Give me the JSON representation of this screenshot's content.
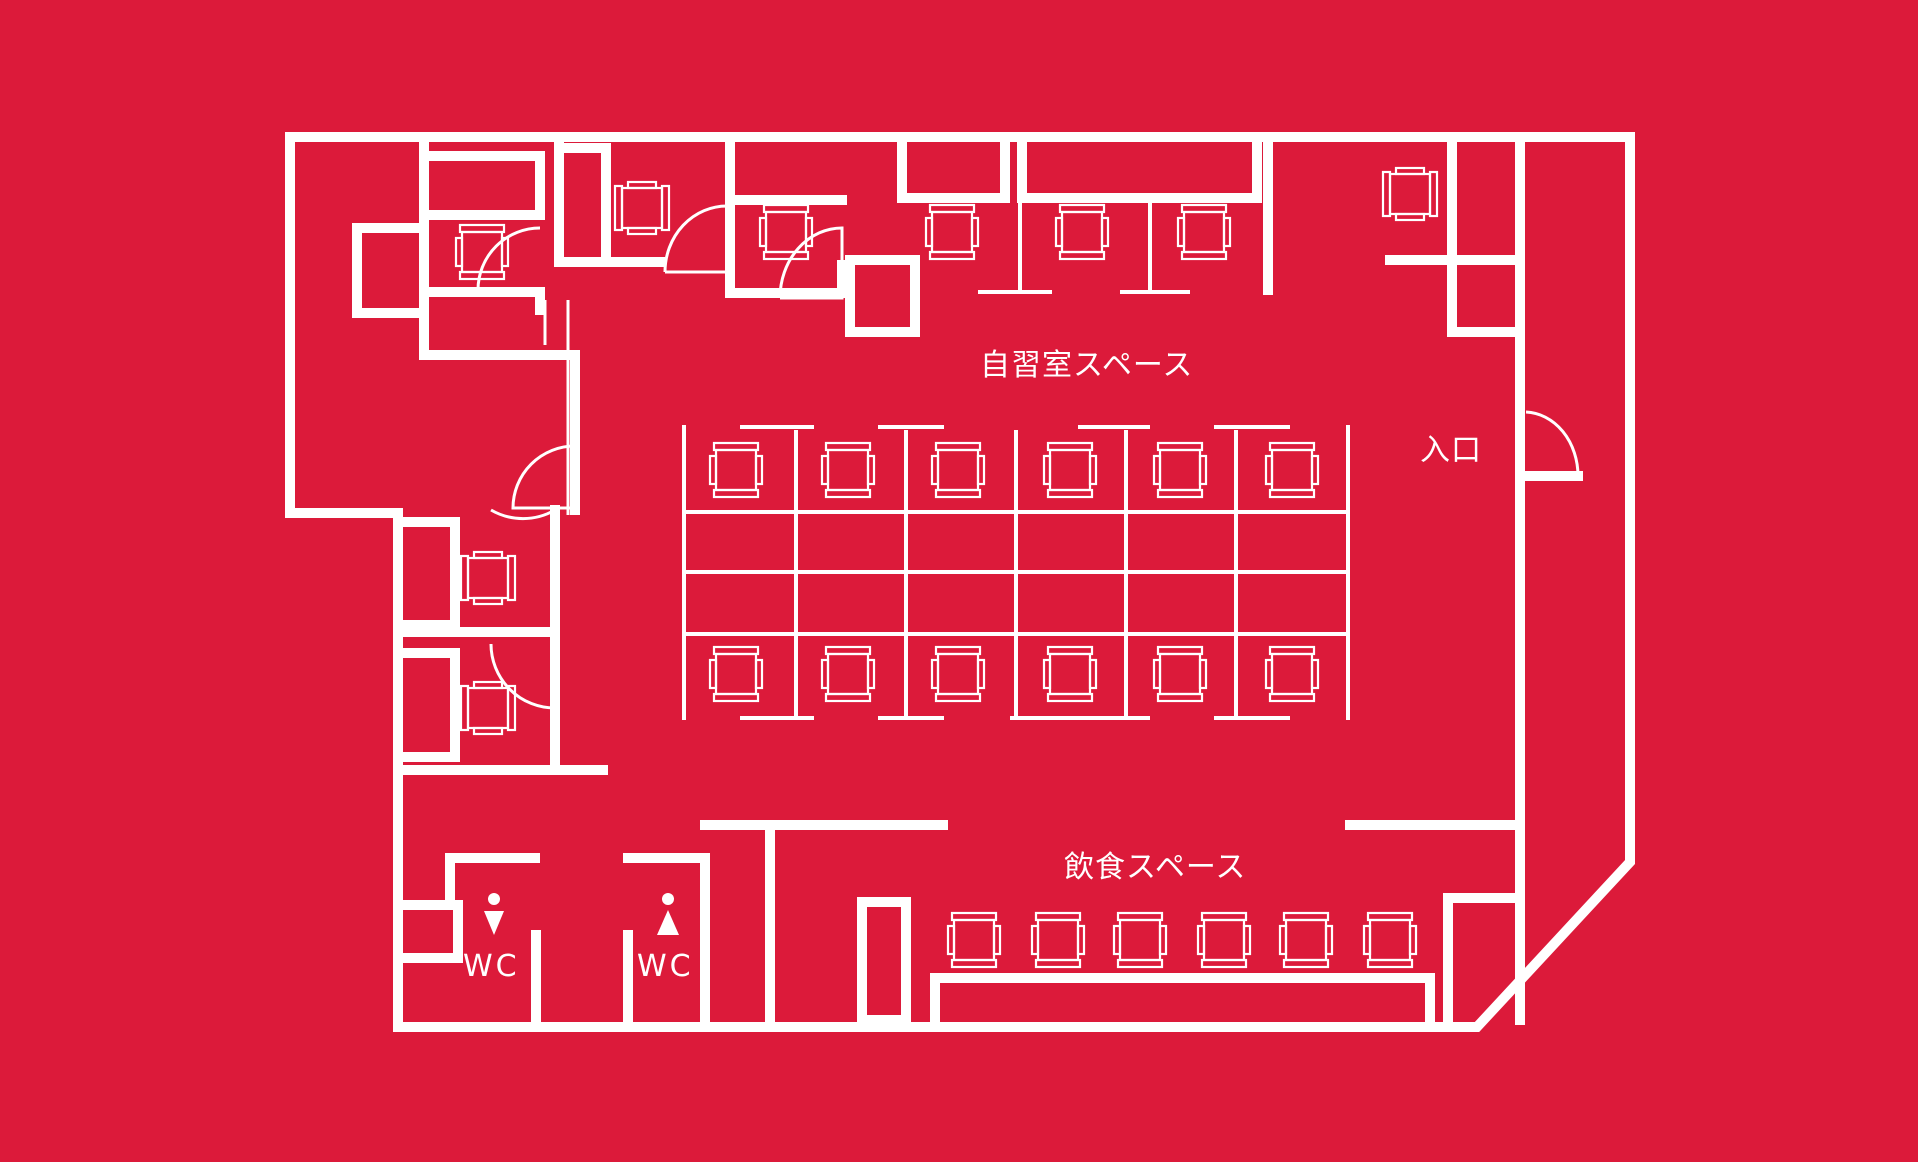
{
  "labels": {
    "study_space": "自習室スペース",
    "dining_space": "飲食スペース",
    "entrance": "入口",
    "wc_men": "WC",
    "wc_women": "WC"
  },
  "icons": {
    "wc_men": "male-person-icon",
    "wc_women": "female-person-icon"
  },
  "colors": {
    "background": "#dc1a3a",
    "lines": "#ffffff"
  }
}
